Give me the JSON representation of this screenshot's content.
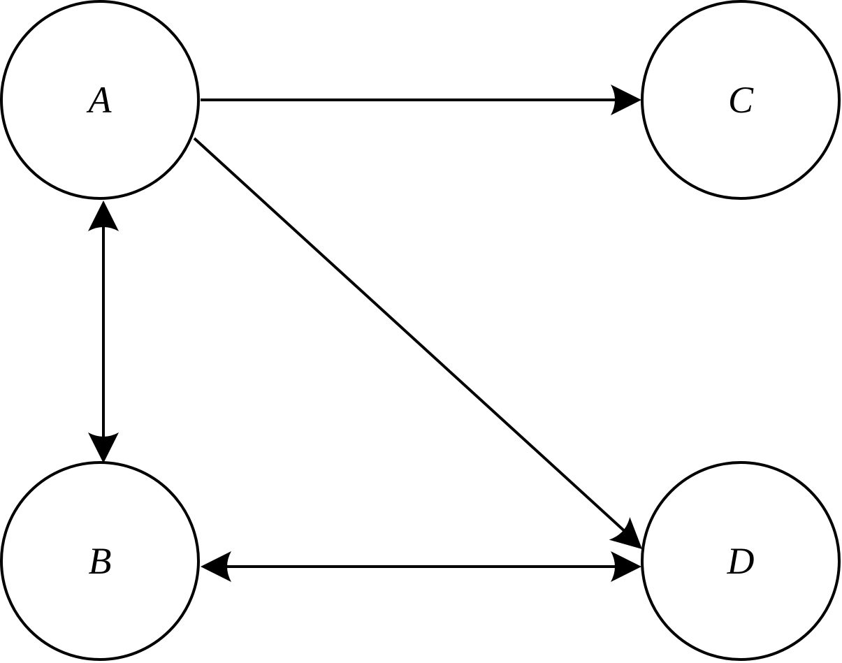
{
  "diagram": {
    "nodes": [
      {
        "id": "A",
        "label": "A"
      },
      {
        "id": "B",
        "label": "B"
      },
      {
        "id": "C",
        "label": "C"
      },
      {
        "id": "D",
        "label": "D"
      }
    ],
    "edges": [
      {
        "id": "a-c",
        "from": "A",
        "to": "C",
        "direction": "forward"
      },
      {
        "id": "a-d",
        "from": "A",
        "to": "D",
        "direction": "forward"
      },
      {
        "id": "a-b",
        "from": "A",
        "to": "B",
        "direction": "both"
      },
      {
        "id": "b-d",
        "from": "B",
        "to": "D",
        "direction": "both"
      }
    ],
    "colors": {
      "stroke": "#000000",
      "background": "#ffffff"
    }
  }
}
